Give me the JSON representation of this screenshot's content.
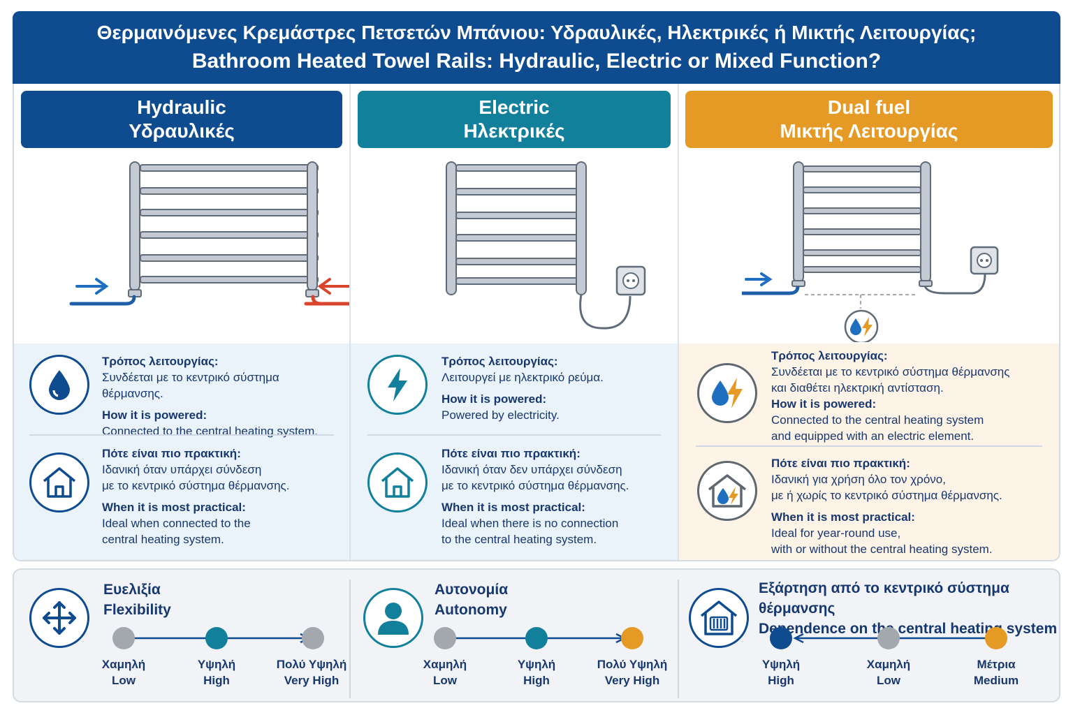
{
  "header": {
    "title_el": "Θερμαινόμενες Κρεμάστρες Πετσετών Μπάνιου: Υδραυλικές, Ηλεκτρικές ή Μικτής Λειτουργίας;",
    "title_en": "Bathroom Heated Towel Rails: Hydraulic, Electric or Mixed Function?"
  },
  "columns": [
    {
      "title_en": "Hydraulic",
      "title_el": "Υδραυλικές",
      "accent": "#0f4b8f",
      "powered_h_el": "Τρόπος λειτουργίας:",
      "powered_v_el": "Συνδέεται με το κεντρικό σύστημα θέρμανσης.",
      "powered_h_en": "How it is powered:",
      "powered_v_en": "Connected to the central heating system.",
      "practical_h_el": "Πότε είναι πιο πρακτική:",
      "practical_v_el_1": "Ιδανική όταν υπάρχει σύνδεση",
      "practical_v_el_2": "με το κεντρικό σύστημα θέρμανσης.",
      "practical_h_en": "When it is most practical:",
      "practical_v_en_1": "Ideal when connected to the",
      "practical_v_en_2": "central heating system."
    },
    {
      "title_en": "Electric",
      "title_el": "Ηλεκτρικές",
      "accent": "#13809b",
      "powered_h_el": "Τρόπος λειτουργίας:",
      "powered_v_el": "Λειτουργεί με ηλεκτρικό ρεύμα.",
      "powered_h_en": "How it is powered:",
      "powered_v_en": "Powered by electricity.",
      "practical_h_el": "Πότε είναι πιο πρακτική:",
      "practical_v_el_1": "Ιδανική όταν δεν υπάρχει σύνδεση",
      "practical_v_el_2": "με το κεντρικό σύστημα θέρμανσης.",
      "practical_h_en": "When it is most practical:",
      "practical_v_en_1": "Ideal when there is no connection",
      "practical_v_en_2": "to the central heating system."
    },
    {
      "title_en": "Dual fuel",
      "title_el": "Μικτής Λειτουργίας",
      "accent": "#e59a25",
      "powered_h_el": "Τρόπος λειτουργίας:",
      "powered_v_el_1": "Συνδέεται με το κεντρικό σύστημα θέρμανσης",
      "powered_v_el_2": "και διαθέτει ηλεκτρική αντίσταση.",
      "powered_h_en": "How it is powered:",
      "powered_v_en_1": "Connected to the central heating system",
      "powered_v_en_2": "and equipped with an electric element.",
      "practical_h_el": "Πότε είναι πιο πρακτική:",
      "practical_v_el_1": "Ιδανική για χρήση όλο τον χρόνο,",
      "practical_v_el_2": "με ή χωρίς το κεντρικό σύστημα θέρμανσης.",
      "practical_h_en": "When it is most practical:",
      "practical_v_en_1": "Ideal for year-round use,",
      "practical_v_en_2": "with or without the central heating system."
    }
  ],
  "ratings": [
    {
      "title_el": "Ευελιξία",
      "title_en": "Flexibility",
      "icon": "move-arrows-icon",
      "points": [
        {
          "el": "Χαμηλή",
          "en": "Low",
          "color": "#a3a8ae"
        },
        {
          "el": "Υψηλή",
          "en": "High",
          "color": "#13809b"
        },
        {
          "el": "Πολύ Υψηλή",
          "en": "Very High",
          "color": "#a3a8ae"
        }
      ]
    },
    {
      "title_el": "Αυτονομία",
      "title_en": "Autonomy",
      "icon": "person-icon",
      "points": [
        {
          "el": "Χαμηλή",
          "en": "Low",
          "color": "#a3a8ae"
        },
        {
          "el": "Υψηλή",
          "en": "High",
          "color": "#13809b"
        },
        {
          "el": "Πολύ Υψηλή",
          "en": "Very High",
          "color": "#e59a25"
        }
      ]
    },
    {
      "title_el": "Εξάρτηση από το κεντρικό σύστημα θέρμανσης",
      "title_en": "Dependence on the central heating system",
      "icon": "house-radiator-icon",
      "points": [
        {
          "el": "Υψηλή",
          "en": "High",
          "color": "#0f4b8f"
        },
        {
          "el": "Χαμηλή",
          "en": "Low",
          "color": "#a3a8ae"
        },
        {
          "el": "Μέτρια",
          "en": "Medium",
          "color": "#e59a25"
        }
      ]
    }
  ]
}
